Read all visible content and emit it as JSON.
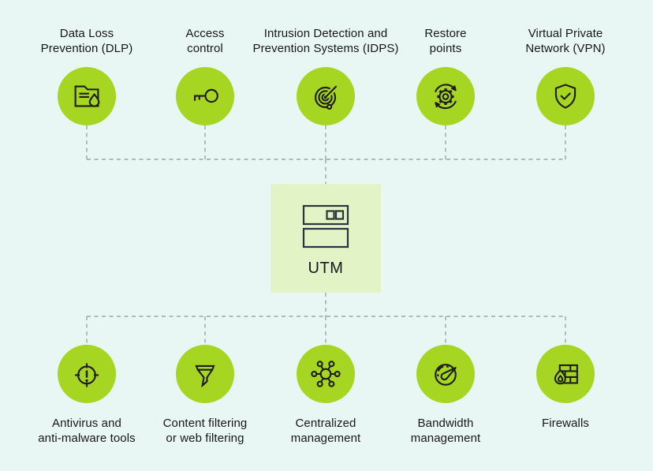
{
  "diagram": {
    "center": {
      "label": "UTM",
      "icon": "server-icon"
    },
    "top_items": [
      {
        "label_lines": [
          "Data Loss",
          "Prevention (DLP)"
        ],
        "icon": "folder-drop-icon"
      },
      {
        "label_lines": [
          "Access",
          "control"
        ],
        "icon": "key-icon"
      },
      {
        "label_lines": [
          "Intrusion Detection and",
          "Prevention Systems (IDPS)"
        ],
        "icon": "radar-icon"
      },
      {
        "label_lines": [
          "Restore",
          "points"
        ],
        "icon": "gear-sync-icon"
      },
      {
        "label_lines": [
          "Virtual Private",
          "Network (VPN)"
        ],
        "icon": "shield-check-icon"
      }
    ],
    "bottom_items": [
      {
        "label_lines": [
          "Antivirus and",
          "anti-malware tools"
        ],
        "icon": "crosshair-alert-icon"
      },
      {
        "label_lines": [
          "Content filtering",
          "or web filtering"
        ],
        "icon": "funnel-icon"
      },
      {
        "label_lines": [
          "Centralized",
          "management"
        ],
        "icon": "network-hub-icon"
      },
      {
        "label_lines": [
          "Bandwidth",
          "management"
        ],
        "icon": "speedometer-icon"
      },
      {
        "label_lines": [
          "Firewalls"
        ],
        "icon": "firewall-flame-icon"
      }
    ],
    "colors": {
      "background": "#e9f7f4",
      "circle": "#a6d622",
      "utm_box": "#e2f3c6",
      "stroke": "#1d1d1b",
      "connector": "#9aa6a4",
      "text": "#171717"
    }
  }
}
